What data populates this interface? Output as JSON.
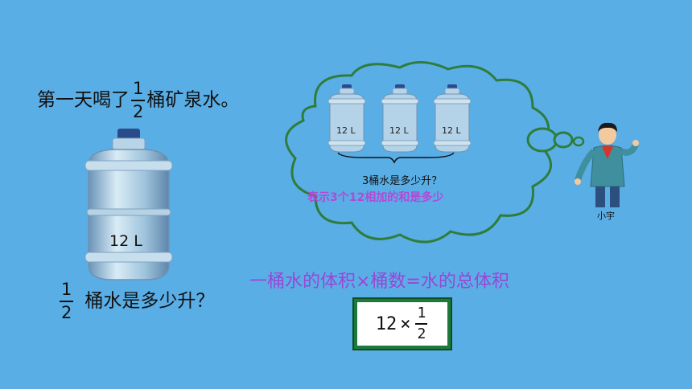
{
  "problem": {
    "part1": "第一天喝了",
    "frac_num": "1",
    "frac_den": "2",
    "part2": "桶矿泉水。"
  },
  "big_bottle": {
    "label": "12 L"
  },
  "question": {
    "frac_num": "1",
    "frac_den": "2",
    "text": "桶水是多少升？"
  },
  "thought": {
    "bottle_labels": [
      "12 L",
      "12 L",
      "12 L"
    ],
    "question": "3桶水是多少升？",
    "explanation": "表示3个12相加的和是多少"
  },
  "character": {
    "name": "小宇"
  },
  "formula": "一桶水的体积×桶数=水的总体积",
  "board": {
    "left": "12",
    "op": "×",
    "frac_num": "1",
    "frac_den": "2"
  },
  "colors": {
    "background": "#5aaee6",
    "cloud_outline": "#2e7d3a",
    "accent_purple": "#9b45d6",
    "board_green": "#1e7a3c"
  }
}
